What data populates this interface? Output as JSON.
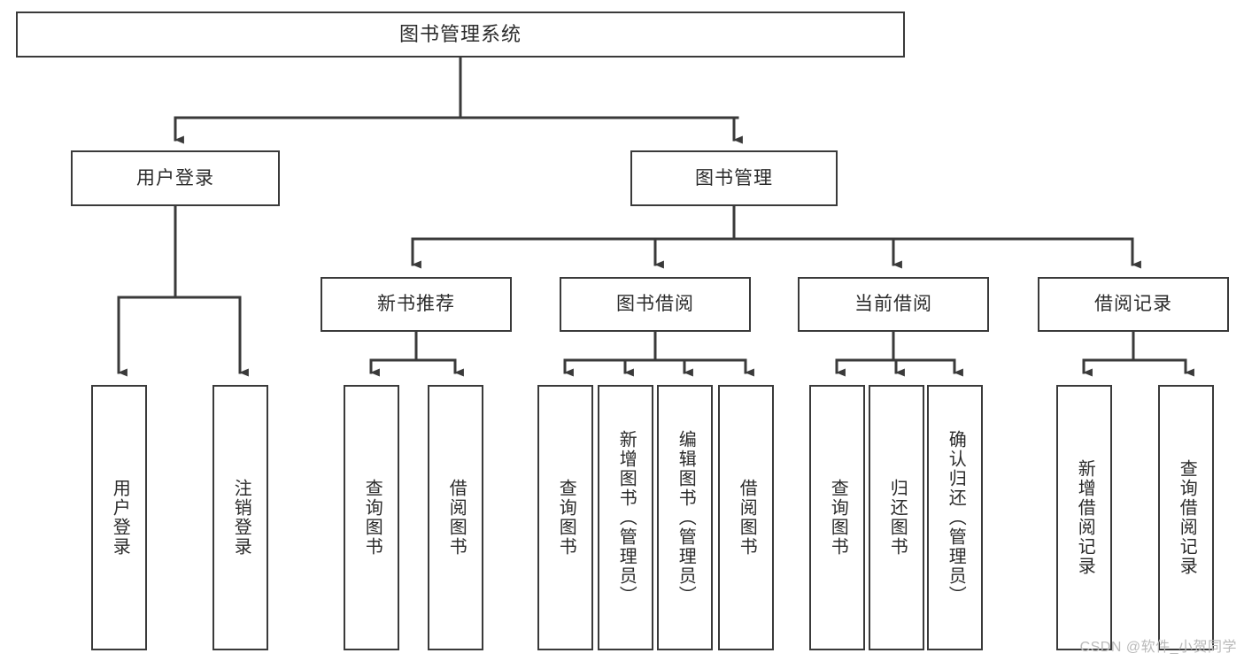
{
  "diagram": {
    "title_node": {
      "label": "图书管理系统"
    },
    "level2": [
      {
        "id": "user-login",
        "label": "用户登录"
      },
      {
        "id": "book-manage",
        "label": "图书管理"
      }
    ],
    "level3": [
      {
        "id": "new-book-recommend",
        "label": "新书推荐"
      },
      {
        "id": "book-borrow",
        "label": "图书借阅"
      },
      {
        "id": "current-borrow",
        "label": "当前借阅"
      },
      {
        "id": "borrow-record",
        "label": "借阅记录"
      }
    ],
    "leaves": {
      "user_login": [
        {
          "id": "leaf-user-login",
          "label": "用户登录"
        },
        {
          "id": "leaf-logout-login",
          "label": "注销登录"
        }
      ],
      "new_book_recommend": [
        {
          "id": "leaf-query-book-1",
          "label": "查询图书"
        },
        {
          "id": "leaf-borrow-book-1",
          "label": "借阅图书"
        }
      ],
      "book_borrow": [
        {
          "id": "leaf-query-book-2",
          "label": "查询图书"
        },
        {
          "id": "leaf-add-book",
          "label": "新增图书（管理员）"
        },
        {
          "id": "leaf-edit-book",
          "label": "编辑图书（管理员）"
        },
        {
          "id": "leaf-borrow-book-2",
          "label": "借阅图书"
        }
      ],
      "current_borrow": [
        {
          "id": "leaf-query-book-3",
          "label": "查询图书"
        },
        {
          "id": "leaf-return-book",
          "label": "归还图书"
        },
        {
          "id": "leaf-confirm-return",
          "label": "确认归还（管理员）"
        }
      ],
      "borrow_record": [
        {
          "id": "leaf-add-record",
          "label": "新增借阅记录"
        },
        {
          "id": "leaf-query-record",
          "label": "查询借阅记录"
        }
      ]
    },
    "colors": {
      "box_border": "#3a3a3a",
      "box_fill": "#ffffff",
      "connector": "#3a3a3a",
      "text": "#2b2b2b",
      "watermark": "#b9b9b9",
      "background": "#ffffff"
    }
  },
  "watermark": {
    "text": "CSDN @软件_小贺同学"
  }
}
